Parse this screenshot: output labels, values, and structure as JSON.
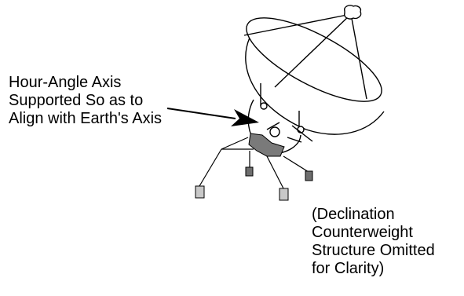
{
  "labels": {
    "axis_note": [
      "Hour-Angle Axis",
      "Supported So as to",
      "Align with Earth's Axis"
    ],
    "declination_note": [
      "(Declination",
      "Counterweight",
      "Structure Omitted",
      "for Clarity)"
    ]
  },
  "colors": {
    "line": "#000000",
    "background": "#ffffff",
    "shaded_mount": "#7a7a7a",
    "light_foot": "#c8c8c8",
    "dark_foot": "#6e6e6e"
  }
}
